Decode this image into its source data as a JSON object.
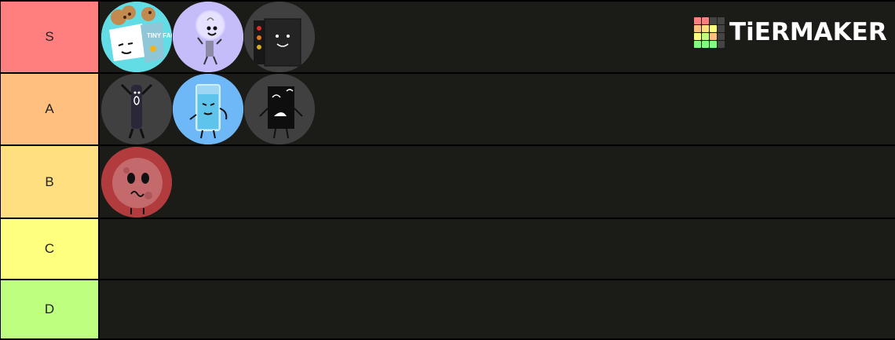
{
  "brand": {
    "name": "TiERMAKER",
    "grid_colors": [
      "#ff7f7f",
      "#ff7f7f",
      "#444444",
      "#444444",
      "#ffbf7f",
      "#ffdf7f",
      "#ffff7f",
      "#444444",
      "#ffff7f",
      "#bfff7f",
      "#ffbf7f",
      "#444444",
      "#7fff7f",
      "#7fff7f",
      "#7fff7f",
      "#444444"
    ]
  },
  "tiers": [
    {
      "label": "S",
      "color": "#ff7f7f",
      "items": [
        "tiny-facts-bag",
        "white-bubble",
        "dark-device"
      ]
    },
    {
      "label": "A",
      "color": "#ffbf7f",
      "items": [
        "dark-stick",
        "water-glass",
        "dark-phone"
      ]
    },
    {
      "label": "B",
      "color": "#ffdf7f",
      "items": [
        "red-blob"
      ]
    },
    {
      "label": "C",
      "color": "#ffff7f",
      "items": []
    },
    {
      "label": "D",
      "color": "#bfff7f",
      "items": []
    }
  ],
  "item_text": {
    "tiny_facts": "TINY FACTS"
  }
}
